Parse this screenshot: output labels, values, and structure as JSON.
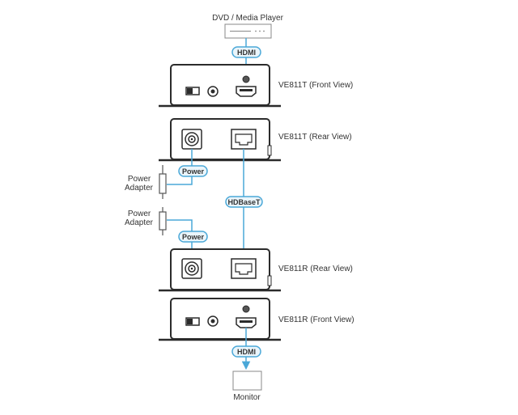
{
  "source": {
    "label": "DVD / Media Player"
  },
  "devices": [
    {
      "label": "VE811T (Front View)"
    },
    {
      "label": "VE811T (Rear View)"
    },
    {
      "label": "VE811R (Rear View)"
    },
    {
      "label": "VE811R (Front View)"
    }
  ],
  "connections": {
    "hdmi_top": "HDMI",
    "power_top": "Power",
    "hdbaset": "HDBaseT",
    "power_bottom": "Power",
    "hdmi_bottom": "HDMI"
  },
  "adapters": [
    {
      "line1": "Power",
      "line2": "Adapter"
    },
    {
      "line1": "Power",
      "line2": "Adapter"
    }
  ],
  "sink": {
    "label": "Monitor"
  },
  "colors": {
    "cable": "#4aa8d8",
    "device": "#2b2b2b",
    "pill_fill": "#eaf5fb"
  }
}
